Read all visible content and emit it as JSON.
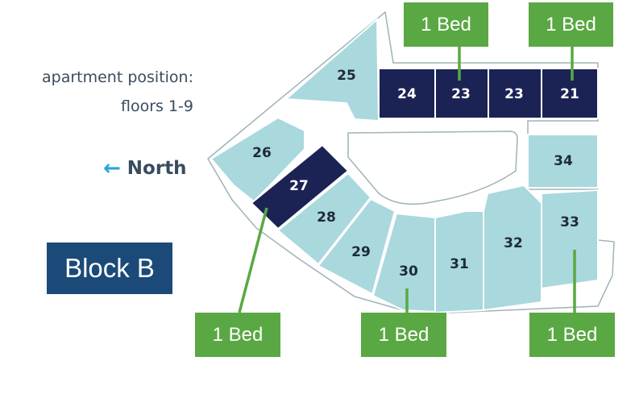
{
  "legend": {
    "line1": "apartment position:",
    "line2": "floors 1-9",
    "direction_arrow": "←",
    "direction_label": "North"
  },
  "block_label": "Block B",
  "units": [
    {
      "id": "25",
      "type": "standard"
    },
    {
      "id": "24",
      "type": "1 Bed"
    },
    {
      "id": "23",
      "type": "1 Bed"
    },
    {
      "id": "23",
      "type": "1 Bed"
    },
    {
      "id": "21",
      "type": "1 Bed"
    },
    {
      "id": "26",
      "type": "standard"
    },
    {
      "id": "27",
      "type": "1 Bed"
    },
    {
      "id": "28",
      "type": "standard"
    },
    {
      "id": "29",
      "type": "standard"
    },
    {
      "id": "30",
      "type": "standard"
    },
    {
      "id": "31",
      "type": "standard"
    },
    {
      "id": "32",
      "type": "standard"
    },
    {
      "id": "33",
      "type": "standard"
    },
    {
      "id": "34",
      "type": "standard"
    }
  ],
  "tags": [
    "1 Bed",
    "1 Bed",
    "1 Bed",
    "1 Bed",
    "1 Bed"
  ],
  "colors": {
    "highlight": "#1b2355",
    "unit": "#a9d8dd",
    "tag": "#5aa843",
    "block": "#1b4a78",
    "north_arrow": "#2aa2dc"
  }
}
